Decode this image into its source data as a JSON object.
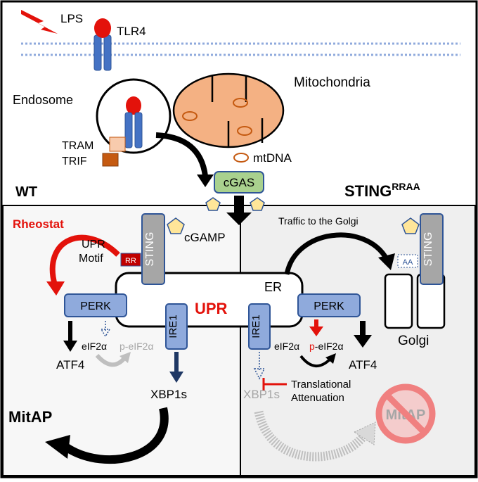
{
  "top": {
    "lps": "LPS",
    "tlr4": "TLR4",
    "endosome": "Endosome",
    "mitochondria": "Mitochondria",
    "tram": "TRAM",
    "trif": "TRIF",
    "mtdna": "mtDNA",
    "cgas": "cGAS"
  },
  "panels": {
    "wt": "WT",
    "sting_rraa_main": "STING",
    "sting_rraa_sup": "RRAA"
  },
  "left": {
    "rheostat": "Rheostat",
    "upr_motif_line1": "UPR",
    "upr_motif_line2": "Motif",
    "rr": "RR",
    "sting": "STING",
    "cgamp": "cGAMP",
    "perk": "PERK",
    "ire1": "IRE1",
    "upr": "UPR",
    "er": "ER",
    "eif2a": "eIF2α",
    "peif2a": "p-eIF2α",
    "atf4": "ATF4",
    "xbp1s": "XBP1s",
    "mitap": "MitAP"
  },
  "right": {
    "traffic": "Traffic to the Golgi",
    "aa": "AA",
    "sting": "STING",
    "perk": "PERK",
    "ire1": "IRE1",
    "eif2a": "eIF2α",
    "p_prefix": "p",
    "p_rest": "-eIF2α",
    "atf4": "ATF4",
    "golgi": "Golgi",
    "translational": "Translational",
    "attenuation": "Attenuation",
    "xbp1s": "XBP1s",
    "mitap": "MitAP"
  },
  "colors": {
    "red": "#e3120b",
    "blue_box": "#8faadc",
    "blue_border": "#2f5597",
    "mito_fill": "#f4b183",
    "cgas_fill": "#a9d18e",
    "gray_panel": "#efefef",
    "sting_gray": "#a6a6a6"
  }
}
